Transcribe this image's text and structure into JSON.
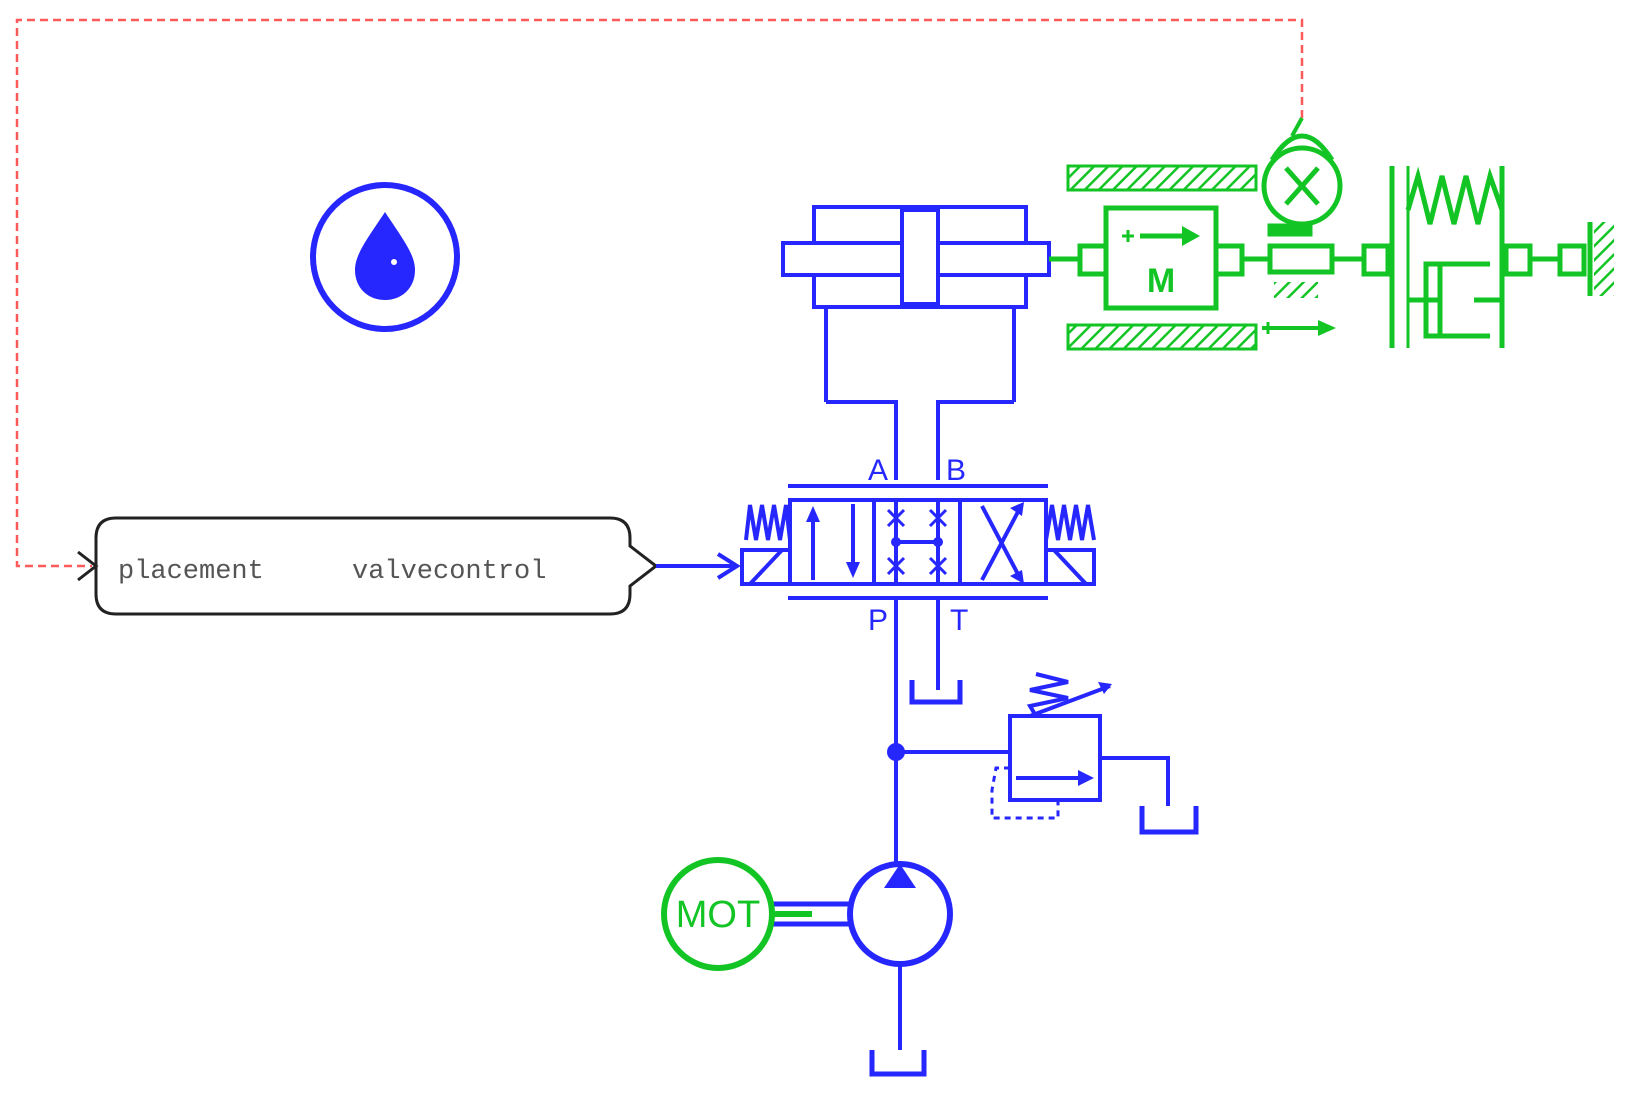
{
  "colors": {
    "hydraulic": "#2626ff",
    "mechanical": "#13c425",
    "signal": "#ff5a5a",
    "block_border": "#222222"
  },
  "icons": {
    "fluid_properties": "water-drop-icon",
    "sensor": "sensor-x-icon"
  },
  "controller": {
    "input_label": "placement",
    "output_label": "valvecontrol"
  },
  "valve": {
    "port_a": "A",
    "port_b": "B",
    "port_p": "P",
    "port_t": "T"
  },
  "mass": {
    "label": "M"
  },
  "motor": {
    "label": "MOT"
  }
}
